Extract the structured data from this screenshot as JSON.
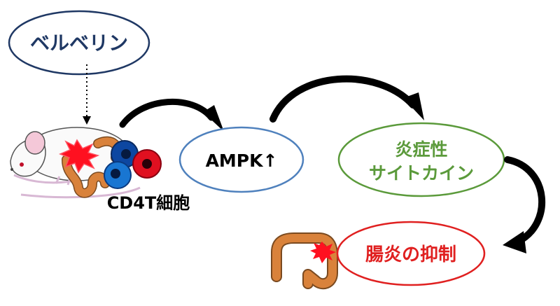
{
  "nodes": {
    "berberine": {
      "label": "ベルベリン",
      "border": "#1f3864",
      "text": "#1f3864"
    },
    "ampk": {
      "label": "AMPK↑",
      "border": "#4f81bd",
      "text": "#000000"
    },
    "cytokine": {
      "line1": "炎症性",
      "line2": "サイトカイン",
      "border": "#5b9a3b",
      "text": "#5b9a3b"
    },
    "suppression": {
      "label": "腸炎の抑制",
      "border": "#e02020",
      "text": "#e02020"
    }
  },
  "cells": {
    "label": "CD4T細胞",
    "colors": [
      "#1565c0",
      "#e01020",
      "#1976d2"
    ]
  },
  "icons": [
    "mouse-icon",
    "t-cell-icon",
    "inflammation-burst-icon",
    "intestine-icon"
  ],
  "colors": {
    "arrow": "#000000",
    "burst": "#ff1020",
    "intestine": "#d9823b"
  }
}
